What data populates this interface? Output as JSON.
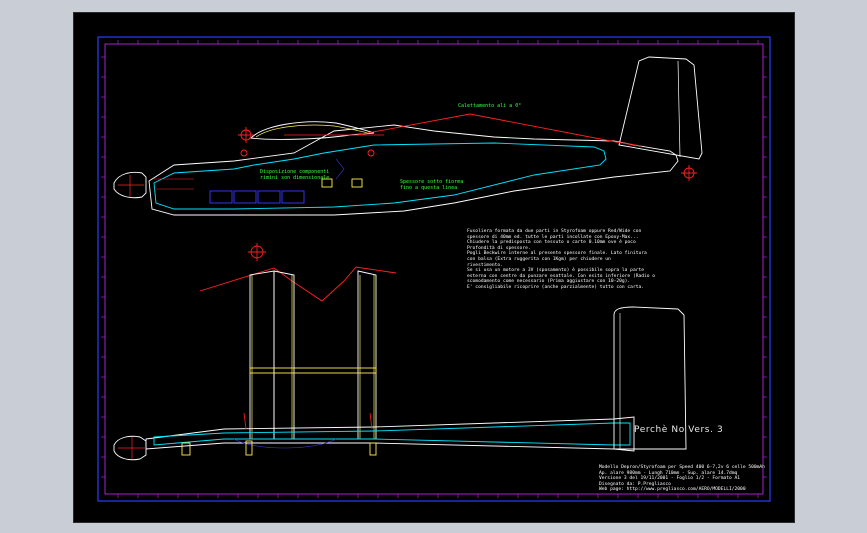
{
  "canvas": {
    "background": "#c9ced6",
    "sheet_background": "#000000"
  },
  "colors": {
    "outline": "#ffffff",
    "cyan": "#00e5ff",
    "red": "#ff2020",
    "yellow": "#ffee55",
    "green": "#33ff33",
    "blue": "#3a3aff",
    "magenta": "#ff2bd0"
  },
  "drawing": {
    "annotations": {
      "incidence": "Calettamento ali a 0°",
      "components": [
        "Disposizione componenti",
        "rimini son dimensionale"
      ],
      "space": [
        "Spessore sotto fiorma",
        "fino a questa linea"
      ]
    },
    "description_lines": [
      "Fusoliera formata da due parti in Styrofoam oppure Red/Wide con",
      "spessore di 40mm ed. tutte le parti incollate con Epoxy-Max...",
      "Chiudere la predisposta con tessuto o carte 0.10mm ove è poco",
      "Profondità di spessore.",
      "Pogli Beckwire interne al presente spessore finale. Lato finitura",
      "con balsa (Extra ruggerita con 1Kgm) per chiudere un",
      "rivestimento.",
      "Se si usa un motore a 3V (sposamento) è possibile sopra la parte",
      "esterna con centre da punzare esattale. Con esito inferiore (Radio o",
      "scomodamento come necessario (Prima aggiustare con 10-20g).",
      "E' consigliabile ricoprire (anche parzialmente) tutto con carta."
    ],
    "title": "Perchè No   Vers. 3",
    "title_block_lines": [
      "Modello Depron/Styrofoam per Speed 400 6-7,2v 6 celle 500mAh",
      "Ap. alare 980mm - Lungh 710mm - Sup. alare 14.7dmq",
      "Versione 3 del 19/11/2001 - Foglio 1/2 - Formato A1",
      "Disegnato da: P.Pregliasco",
      "Web page: http://www.pregliasco.com/AERO/MODELLI/2000"
    ]
  }
}
